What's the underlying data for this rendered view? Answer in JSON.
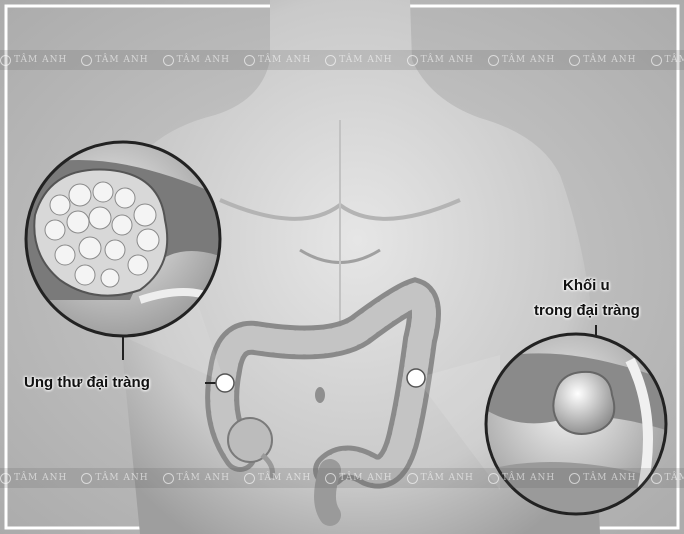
{
  "labels": {
    "colon_cancer": "Ung thư đại tràng",
    "tumor_line1": "Khối u",
    "tumor_line2": "trong đại tràng"
  },
  "watermark": {
    "text": "TÂM ANH",
    "repeat": 9
  },
  "colors": {
    "background": "#ffffff",
    "skin_light": "#d9d9d9",
    "skin_shadow": "#9a9a9a",
    "colon": "#bdbdbd",
    "colon_dark": "#6f6f6f",
    "label_text": "#111111"
  }
}
